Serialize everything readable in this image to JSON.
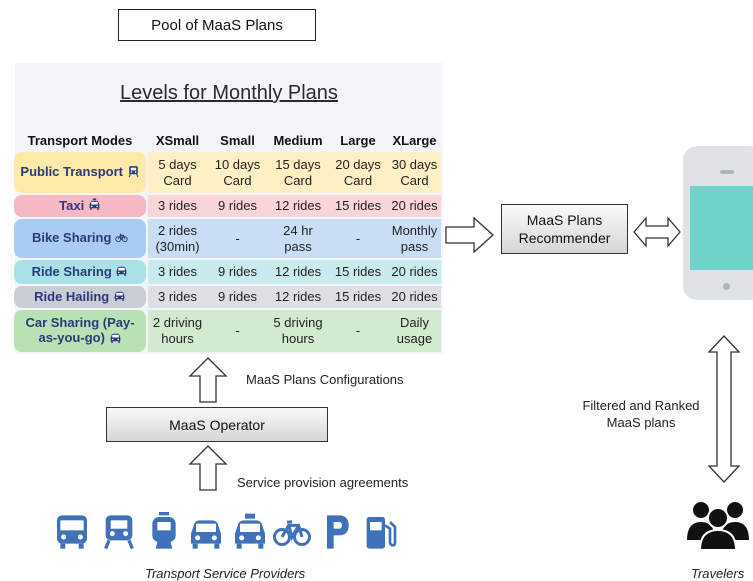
{
  "pool_title": "Pool of MaaS Plans",
  "table": {
    "title": "Levels for Monthly Plans",
    "headers": [
      "Transport Modes",
      "XSmall",
      "Small",
      "Medium",
      "Large",
      "XLarge"
    ],
    "rows": [
      {
        "mode": "Public Transport",
        "icon": "train-icon",
        "cells": [
          "5 days Card",
          "10 days Card",
          "15 days Card",
          "20 days Card",
          "30 days Card"
        ],
        "pill_color": "#fde9a8",
        "row_color": "#fdf0c4"
      },
      {
        "mode": "Taxi",
        "icon": "taxi-icon",
        "cells": [
          "3 rides",
          "9 rides",
          "12 rides",
          "15 rides",
          "20 rides"
        ],
        "pill_color": "#f6b8c2",
        "row_color": "#f9d5da"
      },
      {
        "mode": "Bike Sharing",
        "icon": "bicycle-icon",
        "cells": [
          "2 rides (30min)",
          "-",
          "24 hr pass",
          "-",
          "Monthly pass"
        ],
        "pill_color": "#a9cdf2",
        "row_color": "#c9def5"
      },
      {
        "mode": "Ride Sharing",
        "icon": "car-icon",
        "cells": [
          "3 rides",
          "9 rides",
          "12 rides",
          "15 rides",
          "20 rides"
        ],
        "pill_color": "#a8e2e6",
        "row_color": "#c9ebee"
      },
      {
        "mode": "Ride Hailing",
        "icon": "car-icon",
        "cells": [
          "3 rides",
          "9 rides",
          "12 rides",
          "15 rides",
          "20 rides"
        ],
        "pill_color": "#c9ced6",
        "row_color": "#dcdfe4"
      },
      {
        "mode": "Car Sharing (Pay-as-you-go)",
        "icon": "car-icon",
        "cells": [
          "2 driving hours",
          "-",
          "5 driving hours",
          "-",
          "Daily usage"
        ],
        "pill_color": "#b8e2b4",
        "row_color": "#d2ebd0"
      }
    ]
  },
  "labels": {
    "configurations": "MaaS Plans Configurations",
    "operator": "MaaS Operator",
    "agreements": "Service provision agreements",
    "recommender": "MaaS Plans Recommender",
    "filtered": "Filtered and Ranked MaaS plans",
    "providers": "Transport Service Providers",
    "travelers": "Travelers"
  },
  "provider_icons": [
    "bus-icon",
    "train-icon",
    "tram-icon",
    "car-icon",
    "taxi-icon",
    "bicycle-icon",
    "parking-icon",
    "fuel-pump-icon"
  ],
  "colors": {
    "icon_blue": "#3f72b8",
    "pill_text": "#2a3a7a",
    "phone_screen": "#6fd3c9"
  }
}
